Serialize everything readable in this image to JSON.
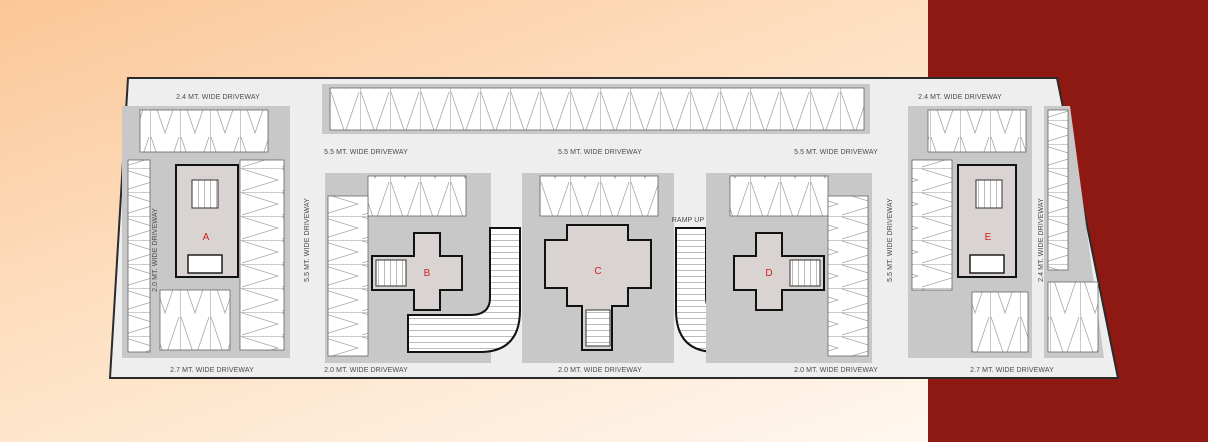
{
  "colors": {
    "gradient_start": "#fcc697",
    "gradient_end": "#fff7ef",
    "accent_red": "#8d1912",
    "floor": "#eeeeee",
    "block": "#c8c8c8",
    "core": "#d9d4d1",
    "core_label": "#d42020"
  },
  "plan": {
    "driveways": {
      "top_left": "2.4 MT. WIDE DRIVEWAY",
      "top_right": "2.4 MT. WIDE DRIVEWAY",
      "mid_left": "5.5 MT. WIDE DRIVEWAY",
      "mid_center": "5.5 MT. WIDE DRIVEWAY",
      "mid_right": "5.5 MT. WIDE DRIVEWAY",
      "vert_far_left": "2.0 MT. WIDE DRIVEWAY",
      "vert_left": "5.5 MT. WIDE DRIVEWAY",
      "vert_right": "5.5 MT. WIDE DRIVEWAY",
      "vert_far_right": "2.4 MT. WIDE DRIVEWAY",
      "bottom_left": "2.7 MT. WIDE DRIVEWAY",
      "bottom_center_left": "2.0 MT. WIDE DRIVEWAY",
      "bottom_center": "2.0 MT. WIDE DRIVEWAY",
      "bottom_center_right": "2.0 MT. WIDE DRIVEWAY",
      "bottom_right": "2.7 MT. WIDE DRIVEWAY"
    },
    "ramp_label": "RAMP UP",
    "cores": [
      "A",
      "B",
      "C",
      "D",
      "E"
    ]
  }
}
